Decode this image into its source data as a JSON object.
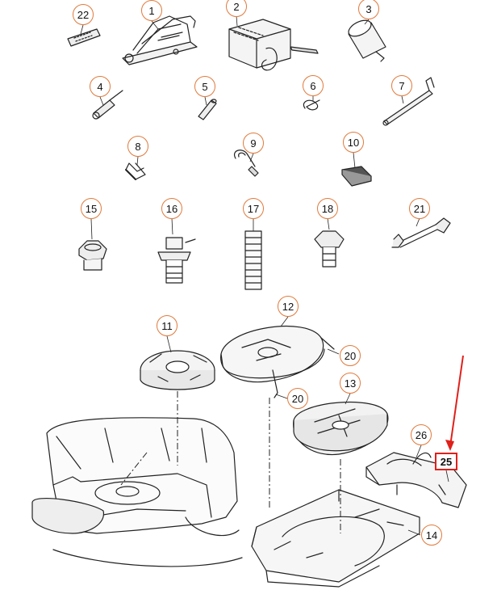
{
  "callouts": [
    {
      "id": "22",
      "label": "22"
    },
    {
      "id": "1",
      "label": "1"
    },
    {
      "id": "2",
      "label": "2"
    },
    {
      "id": "3",
      "label": "3"
    },
    {
      "id": "4",
      "label": "4"
    },
    {
      "id": "5",
      "label": "5"
    },
    {
      "id": "6",
      "label": "6"
    },
    {
      "id": "7",
      "label": "7"
    },
    {
      "id": "8",
      "label": "8"
    },
    {
      "id": "9",
      "label": "9"
    },
    {
      "id": "10",
      "label": "10"
    },
    {
      "id": "15",
      "label": "15"
    },
    {
      "id": "16",
      "label": "16"
    },
    {
      "id": "17",
      "label": "17"
    },
    {
      "id": "18",
      "label": "18"
    },
    {
      "id": "21",
      "label": "21"
    },
    {
      "id": "11",
      "label": "11"
    },
    {
      "id": "12",
      "label": "12"
    },
    {
      "id": "20a",
      "label": "20"
    },
    {
      "id": "20b",
      "label": "20"
    },
    {
      "id": "13",
      "label": "13"
    },
    {
      "id": "26",
      "label": "26"
    },
    {
      "id": "25",
      "label": "25",
      "highlighted": true
    },
    {
      "id": "14",
      "label": "14"
    }
  ],
  "colors": {
    "callout_border": "#e07a3c",
    "highlight": "#e0201b",
    "line": "#222222"
  }
}
